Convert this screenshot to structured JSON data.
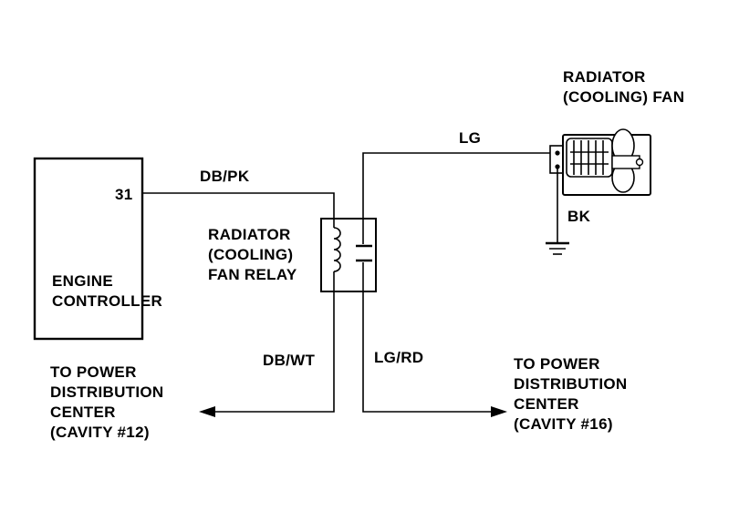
{
  "labels": {
    "pin": "31",
    "controller_line1": "ENGINE",
    "controller_line2": "CONTROLLER",
    "wire_db_pk": "DB/PK",
    "wire_lg": "LG",
    "wire_bk": "BK",
    "wire_db_wt": "DB/WT",
    "wire_lg_rd": "LG/RD",
    "relay_line1": "RADIATOR",
    "relay_line2": "(COOLING)",
    "relay_line3": "FAN RELAY",
    "fan_line1": "RADIATOR",
    "fan_line2": "(COOLING) FAN",
    "left_dest_line1": "TO POWER",
    "left_dest_line2": "DISTRIBUTION",
    "left_dest_line3": "CENTER",
    "left_dest_line4": "(CAVITY #12)",
    "right_dest_line1": "TO POWER",
    "right_dest_line2": "DISTRIBUTION",
    "right_dest_line3": "CENTER",
    "right_dest_line4": "(CAVITY #16)"
  }
}
